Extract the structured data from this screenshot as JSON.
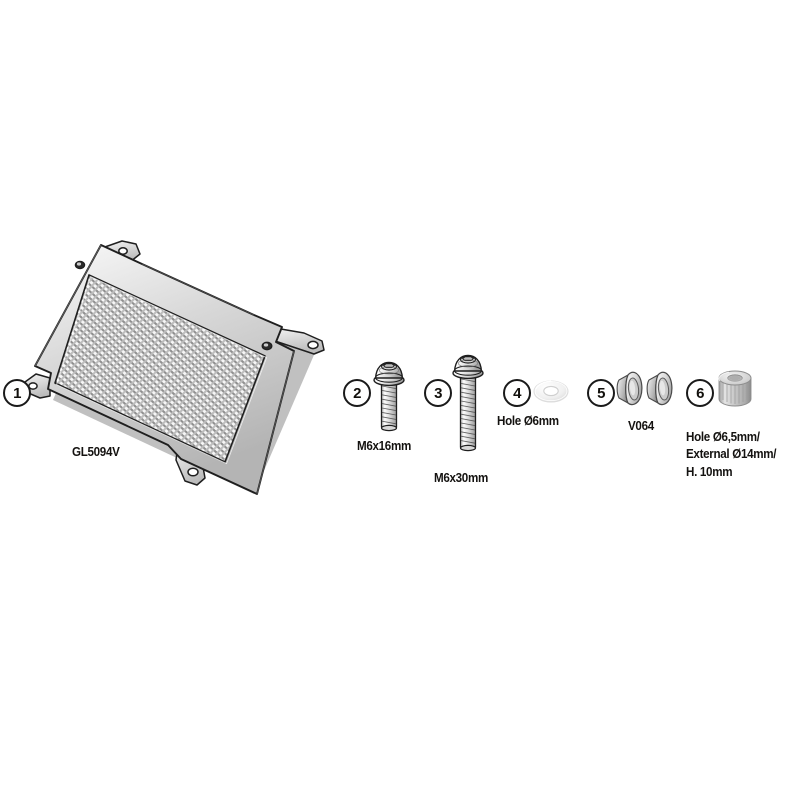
{
  "diagram": {
    "title": "Motorcycle radiator guard fitting kit parts diagram",
    "background_color": "#ffffff",
    "outline_color": "#1a1a1a",
    "metal_light": "#f2f2f2",
    "metal_mid": "#c9c9c9",
    "metal_dark": "#9a9a9a",
    "text_color": "#141210"
  },
  "parts": [
    {
      "number": "1",
      "name": "radiator-guard",
      "label": "GL5094V",
      "label_lines": [
        "GL5094V"
      ],
      "icon": "radiator-guard-icon"
    },
    {
      "number": "2",
      "name": "bolt-m6x16",
      "label": "M6x16mm",
      "label_lines": [
        "M6x16mm"
      ],
      "icon": "hex-socket-button-bolt-icon"
    },
    {
      "number": "3",
      "name": "bolt-m6x30",
      "label": "M6x30mm",
      "label_lines": [
        "M6x30mm"
      ],
      "icon": "hex-socket-button-bolt-icon"
    },
    {
      "number": "4",
      "name": "washer",
      "label": "Hole Ø6mm",
      "label_lines": [
        "Hole Ø6mm"
      ],
      "icon": "flat-washer-icon"
    },
    {
      "number": "5",
      "name": "rubber-grommet",
      "label": "V064",
      "label_lines": [
        "V064"
      ],
      "icon": "rubber-grommet-icon",
      "quantity": 2
    },
    {
      "number": "6",
      "name": "spacer-bushing",
      "label": "Hole Ø6,5mm/ External Ø14mm/ H. 10mm",
      "label_lines": [
        "Hole Ø6,5mm/",
        "External Ø14mm/",
        "H. 10mm"
      ],
      "icon": "knurled-spacer-icon"
    }
  ],
  "labels": {
    "part1_caption": "GL5094V",
    "part2_caption": "M6x16mm",
    "part3_caption": "M6x30mm",
    "part4_caption": "Hole Ø6mm",
    "part5_caption": "V064",
    "part6_caption_line1": "Hole Ø6,5mm/",
    "part6_caption_line2": "External Ø14mm/",
    "part6_caption_line3": "H. 10mm",
    "badge1": "1",
    "badge2": "2",
    "badge3": "3",
    "badge4": "4",
    "badge5": "5",
    "badge6": "6"
  }
}
